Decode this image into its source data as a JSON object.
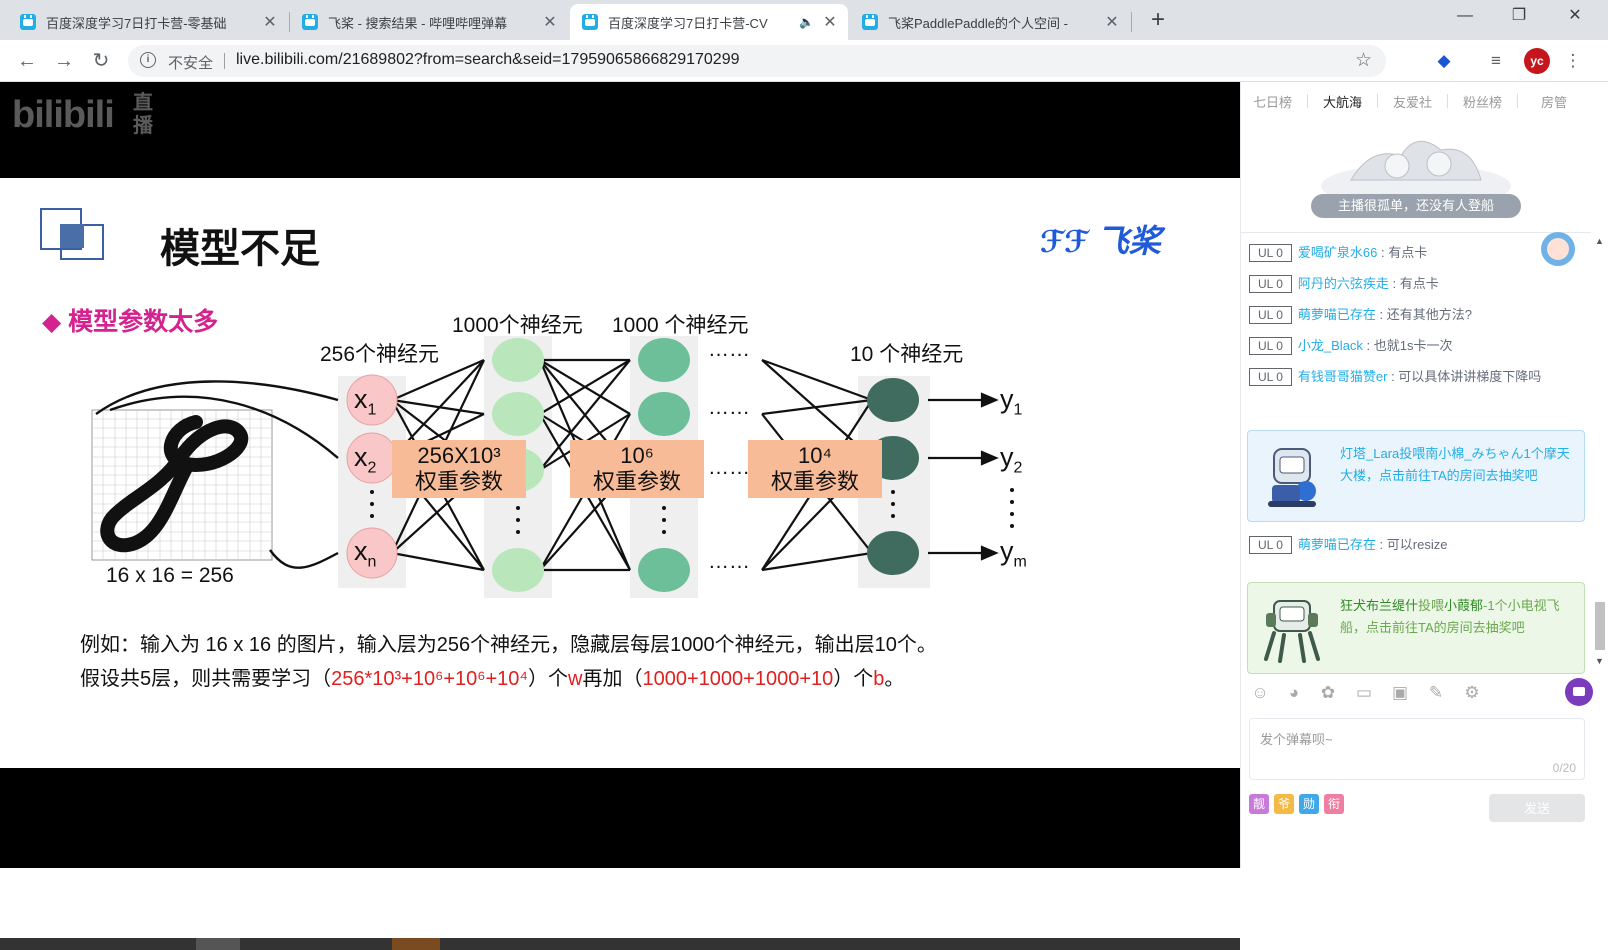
{
  "browser": {
    "tabs": [
      {
        "title": "百度深度学习7日打卡营-零基础",
        "active": false
      },
      {
        "title": "飞桨 - 搜索结果 - 哔哩哔哩弹幕",
        "active": false
      },
      {
        "title": "百度深度学习7日打卡营-CV",
        "active": true
      },
      {
        "title": "飞桨PaddlePaddle的个人空间 -",
        "active": false
      }
    ],
    "security_label": "不安全",
    "url": "live.bilibili.com/21689802?from=search&seid=17959065866829170299",
    "profile_initials": "yc"
  },
  "video": {
    "logo": "bilibili",
    "live_label": "直播"
  },
  "slide": {
    "title": "模型不足",
    "brand": "飞桨",
    "bullet": "◆ 模型参数太多",
    "layer_labels": [
      "256个神经元",
      "1000个神经元",
      "1000 个神经元",
      "10 个神经元"
    ],
    "input_nodes": [
      "x1",
      "x2",
      "xn"
    ],
    "output_nodes": [
      "y1",
      "y2",
      "ym"
    ],
    "weights": [
      {
        "power": "256X10³",
        "label": "权重参数"
      },
      {
        "power": "10⁶",
        "label": "权重参数"
      },
      {
        "power": "10⁴",
        "label": "权重参数"
      }
    ],
    "image_caption": "16 x 16 = 256",
    "dots": "……",
    "line1": "例如：输入为 16 x 16 的图片，输入层为256个神经元，隐藏层每层1000个神经元，输出层10个。",
    "line2_a": "假设共5层，则共需要学习（",
    "line2_b": "256*10³+10⁶+10⁶+10⁴",
    "line2_c": "）个",
    "line2_d": "w",
    "line2_e": "再加（",
    "line2_f": "1000+1000+1000+10",
    "line2_g": "）个",
    "line2_h": "b",
    "line2_i": "。"
  },
  "panel": {
    "rank_tabs": [
      "七日榜",
      "大航海",
      "友爱社",
      "粉丝榜",
      "房管"
    ],
    "empty_caption": "主播很孤单，还没有人登船",
    "messages": [
      {
        "level": "UL 0",
        "user": "爱喝矿泉水66",
        "text": " : 有点卡"
      },
      {
        "level": "UL 0",
        "user": "阿丹的六弦疾走",
        "text": " : 有点卡"
      },
      {
        "level": "UL 0",
        "user": "萌萝喵已存在",
        "text": " : 还有其他方法?"
      },
      {
        "level": "UL 0",
        "user": "小龙_Black",
        "text": " : 也就1s卡一次"
      },
      {
        "level": "UL 0",
        "user": "有钱哥哥猫赞er",
        "text": " : 可以具体讲讲梯度下降吗"
      }
    ],
    "gift1": {
      "user": "灯塔_Lara",
      "action": "投喂",
      "target": "南小棉_みちゃん",
      "text": "1个摩天大楼，点击前往TA的房间去抽奖吧"
    },
    "late_message": {
      "level": "UL 0",
      "user": "萌萝喵已存在",
      "text": " : 可以resize"
    },
    "gift2": {
      "user": "狂犬布兰缇什",
      "action": "投喂",
      "target": "小葭郁",
      "text": "-1个小电视飞船，点击前往TA的房间去抽奖吧"
    },
    "input_placeholder": "发个弹幕呗~",
    "char_counter": "0/20",
    "badges": [
      {
        "char": "靓",
        "color": "#c77ad8"
      },
      {
        "char": "爷",
        "color": "#f5b945"
      },
      {
        "char": "勋",
        "color": "#3fa8e8"
      },
      {
        "char": "衔",
        "color": "#f07ea2"
      }
    ],
    "send_label": "发送"
  }
}
